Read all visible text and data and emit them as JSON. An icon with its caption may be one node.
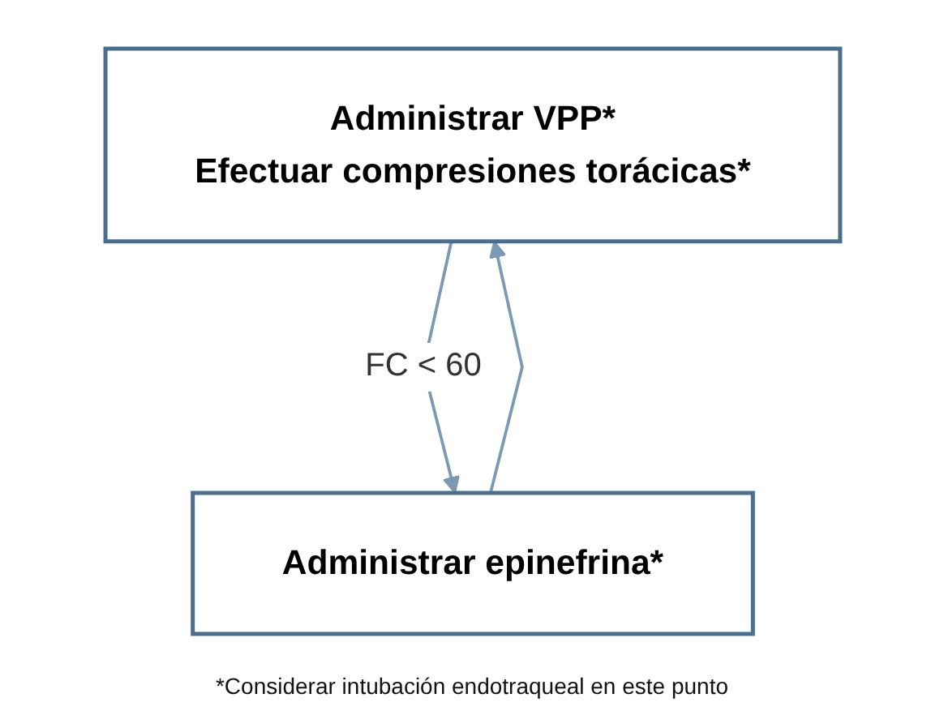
{
  "diagram": {
    "nodes": [
      {
        "text": [
          "Administrar VPP*",
          "Efectuar compresiones torácicas*"
        ]
      },
      {
        "text": [
          "Administrar epinefrina*"
        ]
      }
    ],
    "edges": [
      {
        "from": 0,
        "to": 1,
        "arrow": "to",
        "label": "FC < 60"
      },
      {
        "from": 1,
        "to": 0,
        "arrow": "to"
      }
    ],
    "labels": [
      "*Considerar intubación endotraqueal en este punto"
    ]
  }
}
